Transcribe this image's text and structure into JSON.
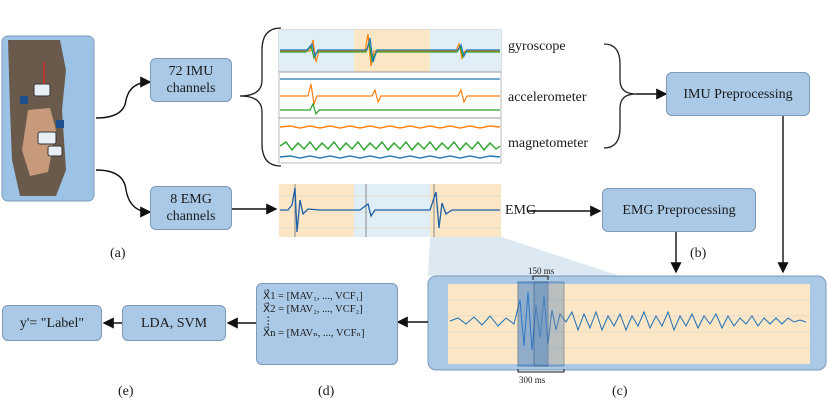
{
  "blocks": {
    "imu_channels": "72 IMU channels",
    "emg_channels": "8 EMG channels",
    "imu_preprocessing": "IMU Preprocessing",
    "emg_preprocessing": "EMG Preprocessing",
    "classifier": "LDA, SVM",
    "output": "y'= \"Label\""
  },
  "signal_labels": {
    "gyroscope": "gyroscope",
    "accelerometer": "accelerometer",
    "magnetometer": "magnetometer",
    "emg": "EMG"
  },
  "window_labels": {
    "step": "150 ms",
    "length": "300 ms"
  },
  "features": {
    "row1": "X⃗1 = [MAV₁, ..., VCF₁]",
    "row2": "X⃗2 = [MAV₂, ..., VCF₂]",
    "dots": "⋮",
    "rown": "X⃗n = [MAVₙ, ..., VCFₙ]"
  },
  "panels": {
    "a": "(a)",
    "b": "(b)",
    "c": "(c)",
    "d": "(d)",
    "e": "(e)"
  },
  "colors": {
    "box_fill": "#a9c9e6",
    "gyro_blue": "#1f77b4",
    "accent_orange": "#ff7f0e",
    "accent_green": "#2ca02c",
    "window_blue": "#3b7fcf",
    "highlight_tan": "#fbe7c6"
  }
}
